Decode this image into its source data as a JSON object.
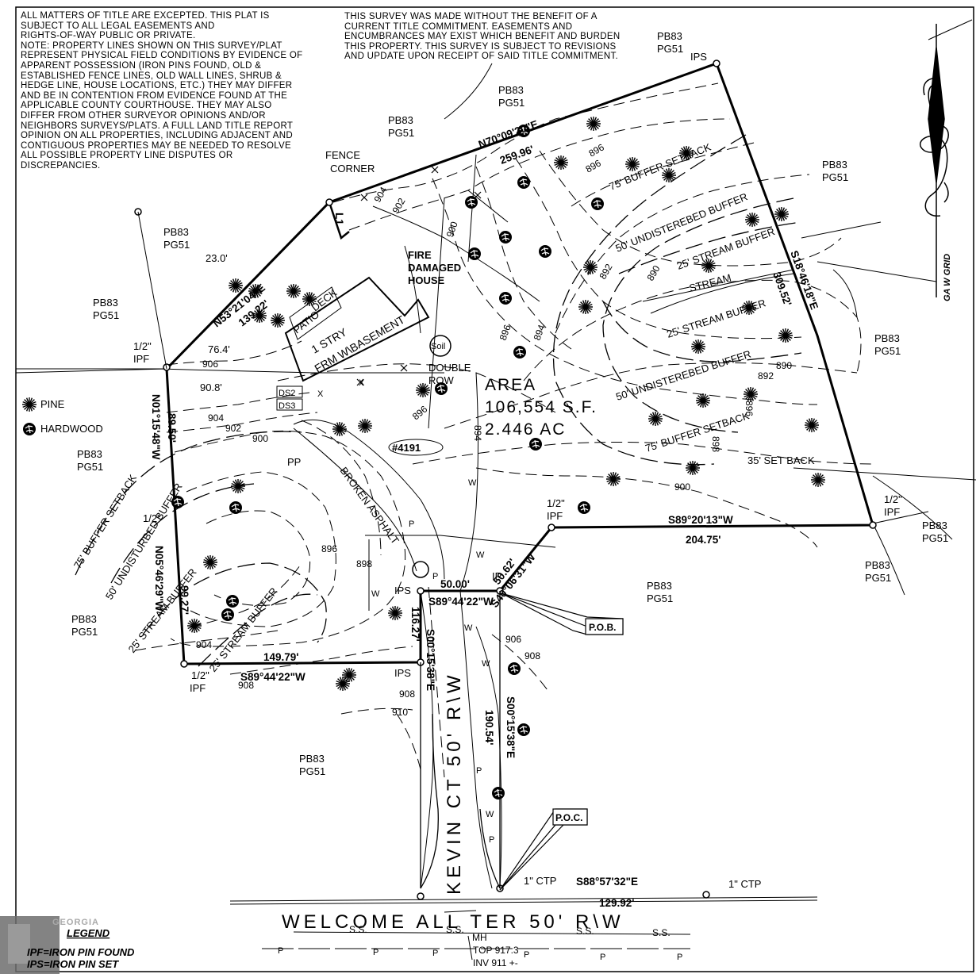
{
  "notes": {
    "title_lines": [
      "ALL MATTERS OF TITLE ARE EXCEPTED. THIS PLAT IS",
      "SUBJECT TO ALL LEGAL EASEMENTS AND",
      "RIGHTS-OF-WAY PUBLIC OR PRIVATE.",
      "NOTE: PROPERTY LINES SHOWN ON THIS SURVEY/PLAT",
      "REPRESENT PHYSICAL FIELD CONDITIONS BY EVIDENCE OF",
      "APPARENT POSSESSION (IRON PINS FOUND, OLD &",
      "ESTABLISHED FENCE LINES, OLD WALL LINES, SHRUB &",
      "HEDGE LINE, HOUSE LOCATIONS, ETC.) THEY MAY DIFFER",
      "AND BE IN CONTENTION FROM EVIDENCE FOUND AT THE",
      "APPLICABLE COUNTY COURTHOUSE. THEY MAY ALSO",
      "DIFFER FROM OTHER SURVEYOR OPINIONS  AND/OR",
      "NEIGHBORS SURVEYS/PLATS. A FULL LAND TITLE REPORT",
      "OPINION ON ALL PROPERTIES, INCLUDING ADJACENT AND",
      "CONTIGUOUS PROPERTIES MAY BE NEEDED TO RESOLVE",
      "ALL POSSIBLE PROPERTY LINE DISPUTES OR",
      "DISCREPANCIES."
    ],
    "survey_lines": [
      "THIS SURVEY WAS MADE WITHOUT THE BENEFIT OF A",
      "CURRENT TITLE COMMITMENT. EASEMENTS AND",
      "ENCUMBRANCES MAY EXIST WHICH BENEFIT AND BURDEN",
      "THIS PROPERTY. THIS SURVEY IS SUBJECT TO REVISIONS",
      "AND UPDATE UPON RECEIPT OF SAID TITLE COMMITMENT."
    ]
  },
  "plat_ref": [
    "PB83",
    "PG51"
  ],
  "bearings": {
    "north_line": "N70°09'20\"E",
    "north_dist": "259.96'",
    "nw_line": "N53°21'04\"E",
    "nw_dist": "139.22'",
    "east_line": "S18°46'18\"E",
    "east_dist": "309.52'",
    "south_line": "S89°20'13\"W",
    "south_dist": "204.75'",
    "west_upper": "N01°15'48\"W",
    "west_upper_dist": "89.50'",
    "west_lower": "N05°46'29\"W",
    "west_lower_dist": "99.27'",
    "bottom_line": "S89°44'22\"W",
    "bottom_dist": "149.79'",
    "inner_line": "S89°44'22\"W",
    "inner_dist": "50.00'",
    "diag_line": "S40°06'31\"W",
    "diag_dist": "50.62'",
    "lot_east_small": "S00°15'38\"E",
    "lot_east_small_dist": "116.27'",
    "road_line": "S00°15'38\"E",
    "road_dist": "190.54'",
    "tie_line": "S88°57'32\"E",
    "tie_dist": "129.92'"
  },
  "pins": {
    "ips": "IPS",
    "ipf_half": "1/2\"",
    "ipf": "IPF",
    "ctp": "1\" CTP",
    "ip": "IP"
  },
  "labels": {
    "fence_corner": [
      "FENCE",
      "CORNER"
    ],
    "l1": "L1",
    "fire_damaged": [
      "FIRE",
      "DAMAGED",
      "HOUSE"
    ],
    "patio_deck": [
      "PATIO",
      "DECK"
    ],
    "house": [
      "1 STRY",
      "FRM W\\BASEMENT"
    ],
    "dim_76": "76.4'",
    "dim_90": "90.8'",
    "dim_23": "23.0'",
    "ds2": "DS2",
    "ds3": "DS3",
    "soil": "Soil",
    "double_row": [
      "DOUBLE",
      "ROW"
    ],
    "area": [
      "AREA",
      "106,554 S.F.",
      "2.446 AC"
    ],
    "lot_no": "#4191",
    "pp": "PP",
    "broken_asphalt": "BROKEN ASPHALT",
    "stream": "STREAM",
    "buffer_75": "75' BUFFER SETBACK",
    "buffer_50": "50' UNDISTEREBED BUFFER",
    "stream_buffer_25": "25' STREAM BUFFER",
    "set_back_35": "35' SET BACK",
    "buffer_75_west": "75' BUFFER SETBACK",
    "buffer_50_west": "50' UNDISTURBED BUFFER",
    "stream_buffer_west": "25' STREAM BUFFER",
    "pob": "P.O.B.",
    "poc": "P.O.C.",
    "kevin_ct": "KEVIN CT 50' R\\W",
    "welcome_all": "WELCOME ALL TER 50' R\\W",
    "ss": "S.S.",
    "mh": "MH",
    "top": "TOP 917.3",
    "inv": "INV 911 +-",
    "grid": "GA W GRID",
    "contours": [
      "906",
      "904",
      "902",
      "900",
      "898",
      "896",
      "894",
      "892",
      "890",
      "910",
      "908"
    ]
  },
  "legend": {
    "pine": "PINE",
    "hardwood": "HARDWOOD",
    "title": "LEGEND",
    "items": [
      "IPF=IRON PIN FOUND",
      "IPS=IRON PIN SET"
    ],
    "watermark": "GEORGIA"
  }
}
